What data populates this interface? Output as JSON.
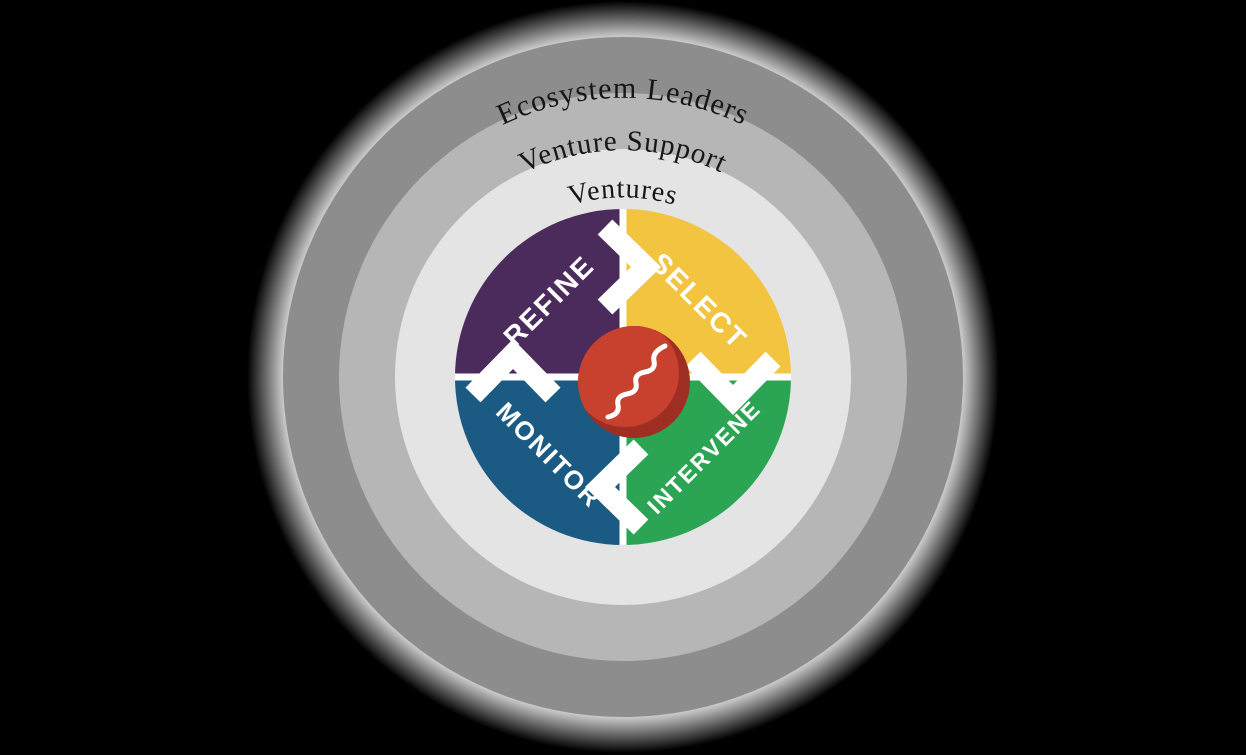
{
  "background_color": "#000000",
  "ring_label_color": "#161616",
  "rings": [
    {
      "label": "Ecosystem Leaders",
      "color": "#8d8d8d"
    },
    {
      "label": "Venture Support",
      "color": "#b6b6b6"
    },
    {
      "label": "Ventures",
      "color": "#e4e4e4"
    }
  ],
  "cycle": {
    "label_color": "#ffffff",
    "arrow_color": "#ffffff",
    "segments": [
      {
        "label": "REFINE",
        "color": "#4b2a5c"
      },
      {
        "label": "SELECT",
        "color": "#f2c440"
      },
      {
        "label": "INTERVENE",
        "color": "#2ba553"
      },
      {
        "label": "MONITOR",
        "color": "#1a5a83"
      }
    ],
    "center": {
      "icon": "yarn-ball-icon",
      "base_color": "#9e2e21",
      "highlight_color": "#c8402e",
      "thread_color": "#ffffff"
    }
  }
}
